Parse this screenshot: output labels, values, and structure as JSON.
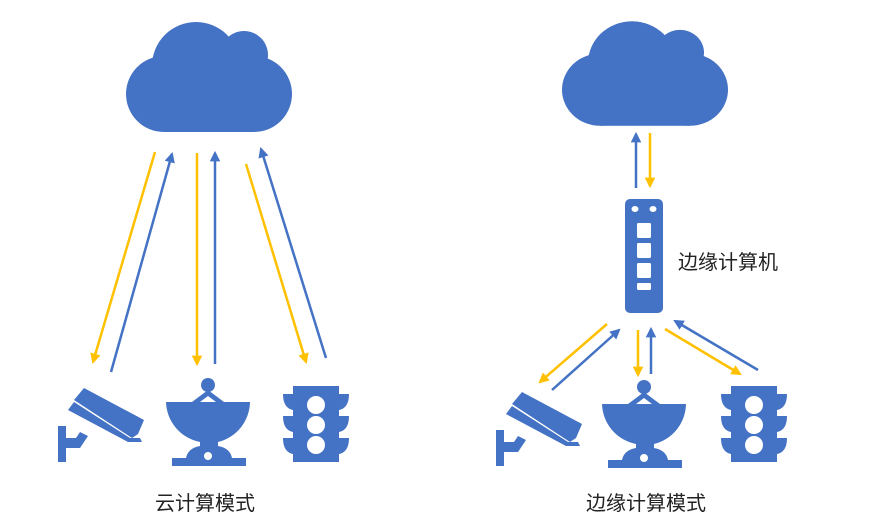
{
  "colors": {
    "icon_blue": "#4472C4",
    "arrow_blue": "#4472C4",
    "arrow_yellow": "#FFC000",
    "text": "#222222",
    "background": "#FFFFFF"
  },
  "cloud_mode": {
    "caption": "云计算模式",
    "top_node": {
      "icon": "cloud-icon"
    },
    "devices": [
      {
        "icon": "security-camera-icon"
      },
      {
        "icon": "satellite-dish-icon"
      },
      {
        "icon": "traffic-light-icon"
      }
    ],
    "links": [
      {
        "from": "cloud",
        "to": "camera",
        "direction": "down",
        "color": "yellow"
      },
      {
        "from": "camera",
        "to": "cloud",
        "direction": "up",
        "color": "blue"
      },
      {
        "from": "cloud",
        "to": "dish",
        "direction": "down",
        "color": "yellow"
      },
      {
        "from": "dish",
        "to": "cloud",
        "direction": "up",
        "color": "blue"
      },
      {
        "from": "cloud",
        "to": "traffic-light",
        "direction": "down",
        "color": "yellow"
      },
      {
        "from": "traffic-light",
        "to": "cloud",
        "direction": "up",
        "color": "blue"
      }
    ]
  },
  "edge_mode": {
    "caption": "边缘计算模式",
    "top_node": {
      "icon": "cloud-icon"
    },
    "edge_node": {
      "icon": "edge-server-icon",
      "label": "边缘计算机"
    },
    "devices": [
      {
        "icon": "security-camera-icon"
      },
      {
        "icon": "satellite-dish-icon"
      },
      {
        "icon": "traffic-light-icon"
      }
    ]
  }
}
